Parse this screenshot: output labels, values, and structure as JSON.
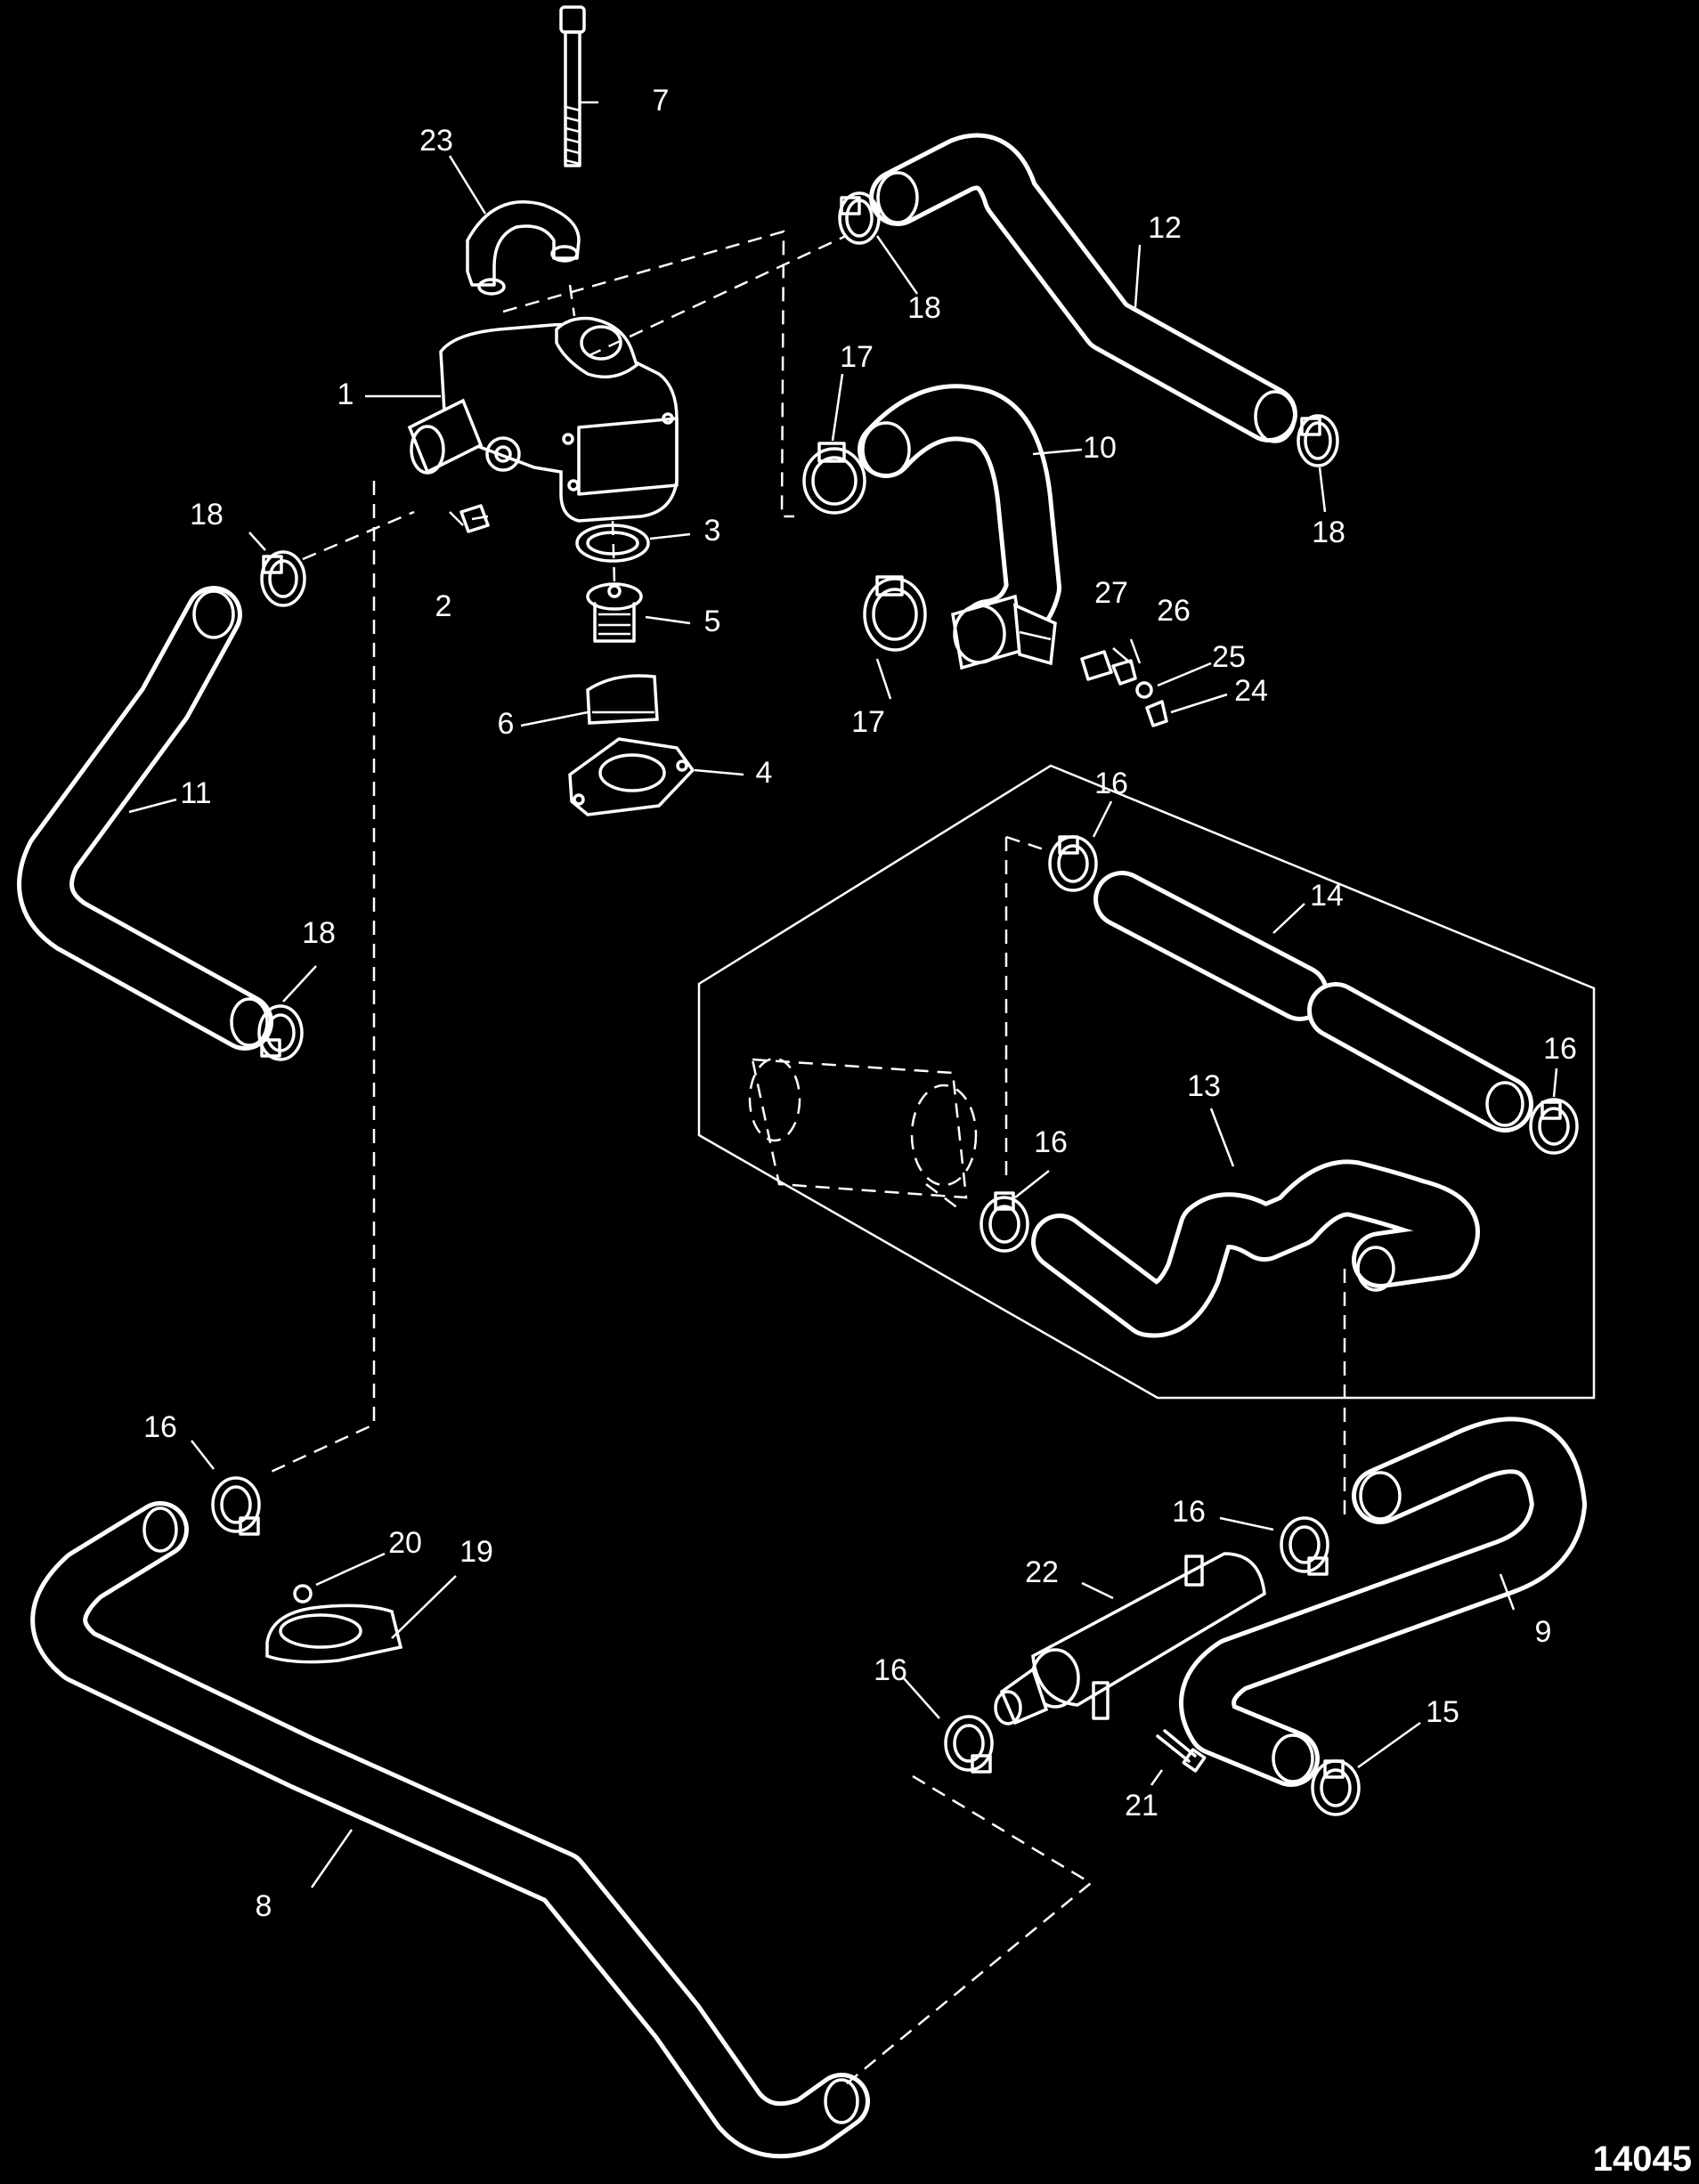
{
  "figure_id": "14045",
  "callouts": [
    {
      "id": "1",
      "text": "1"
    },
    {
      "id": "2",
      "text": "2"
    },
    {
      "id": "3",
      "text": "3"
    },
    {
      "id": "4",
      "text": "4"
    },
    {
      "id": "5",
      "text": "5"
    },
    {
      "id": "6",
      "text": "6"
    },
    {
      "id": "7",
      "text": "7"
    },
    {
      "id": "8",
      "text": "8"
    },
    {
      "id": "9",
      "text": "9"
    },
    {
      "id": "10",
      "text": "10"
    },
    {
      "id": "11",
      "text": "11"
    },
    {
      "id": "12",
      "text": "12"
    },
    {
      "id": "13",
      "text": "13"
    },
    {
      "id": "14",
      "text": "14"
    },
    {
      "id": "15",
      "text": "15"
    },
    {
      "id": "16a",
      "text": "16"
    },
    {
      "id": "16b",
      "text": "16"
    },
    {
      "id": "16c",
      "text": "16"
    },
    {
      "id": "16d",
      "text": "16"
    },
    {
      "id": "16e",
      "text": "16"
    },
    {
      "id": "16f",
      "text": "16"
    },
    {
      "id": "17a",
      "text": "17"
    },
    {
      "id": "17b",
      "text": "17"
    },
    {
      "id": "18a",
      "text": "18"
    },
    {
      "id": "18b",
      "text": "18"
    },
    {
      "id": "18c",
      "text": "18"
    },
    {
      "id": "18d",
      "text": "18"
    },
    {
      "id": "19",
      "text": "19"
    },
    {
      "id": "20",
      "text": "20"
    },
    {
      "id": "21",
      "text": "21"
    },
    {
      "id": "22",
      "text": "22"
    },
    {
      "id": "23",
      "text": "23"
    },
    {
      "id": "24",
      "text": "24"
    },
    {
      "id": "25",
      "text": "25"
    },
    {
      "id": "26",
      "text": "26"
    },
    {
      "id": "27",
      "text": "27"
    }
  ]
}
